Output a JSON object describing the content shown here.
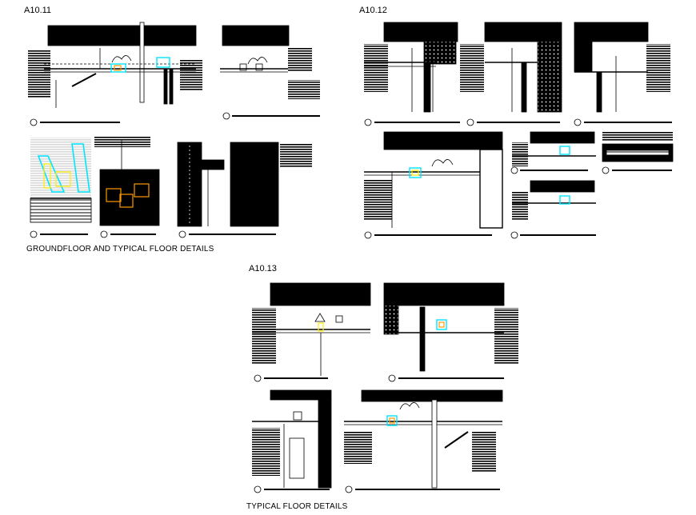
{
  "sheets": [
    {
      "id": "A10.11",
      "label": "A10.11"
    },
    {
      "id": "A10.12",
      "label": "A10.12"
    },
    {
      "id": "A10.13",
      "label": "A10.13"
    }
  ],
  "captions": {
    "groundfloor": "GROUNDFLOOR AND TYPICAL FLOOR DETAILS",
    "typical": "TYPICAL FLOOR DETAILS"
  },
  "colors": {
    "ink": "#000000",
    "cyan_highlight": "#00e5ff",
    "orange_highlight": "#ff9900",
    "yellow_highlight": "#ffee00"
  }
}
